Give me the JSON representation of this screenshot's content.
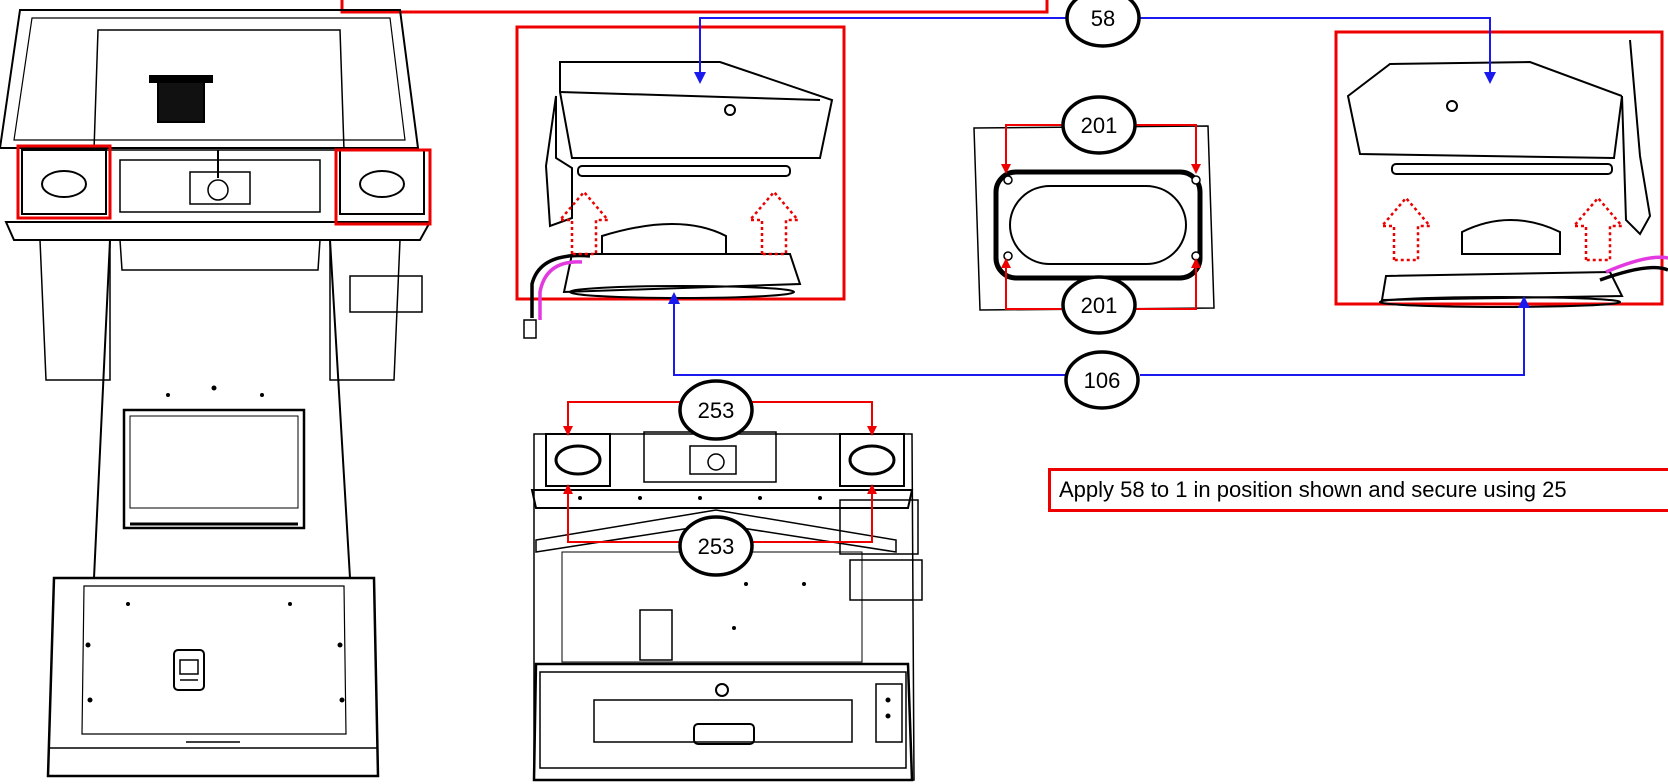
{
  "callouts": {
    "top_blue": "58",
    "speaker_top": "201",
    "speaker_bottom": "201",
    "bottom_blue": "106",
    "lower_top": "253",
    "lower_bottom": "253"
  },
  "note": {
    "text": "Apply 58 to 1 in position shown and secure using 25"
  },
  "colors": {
    "highlight_red": "#ee0000",
    "leader_blue": "#1a1aee",
    "cable_magenta": "#e23adf",
    "line_black": "#000000"
  },
  "icons": [
    "up-arrow-dotted-icon",
    "speaker-oval-icon",
    "connector-plug-icon"
  ]
}
